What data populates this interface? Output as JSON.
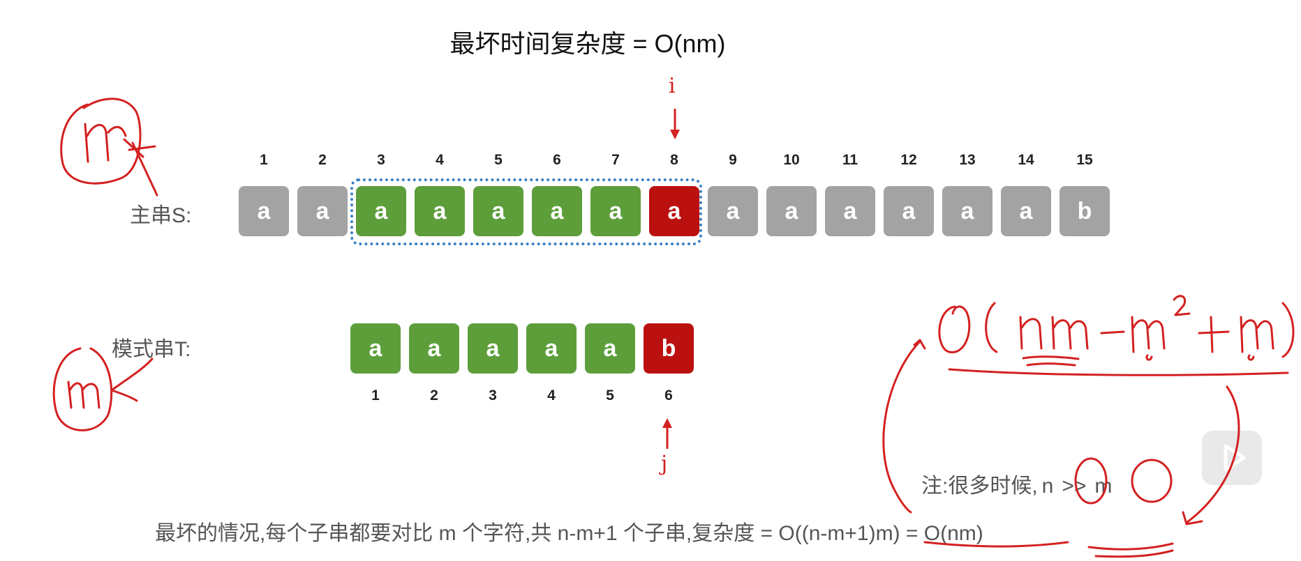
{
  "title": "最坏时间复杂度 = O(nm)",
  "main_string": {
    "label": "主串S:",
    "indices": [
      "1",
      "2",
      "3",
      "4",
      "5",
      "6",
      "7",
      "8",
      "9",
      "10",
      "11",
      "12",
      "13",
      "14",
      "15"
    ],
    "cells": [
      {
        "char": "a",
        "state": "gray"
      },
      {
        "char": "a",
        "state": "gray"
      },
      {
        "char": "a",
        "state": "green"
      },
      {
        "char": "a",
        "state": "green"
      },
      {
        "char": "a",
        "state": "green"
      },
      {
        "char": "a",
        "state": "green"
      },
      {
        "char": "a",
        "state": "green"
      },
      {
        "char": "a",
        "state": "red"
      },
      {
        "char": "a",
        "state": "gray"
      },
      {
        "char": "a",
        "state": "gray"
      },
      {
        "char": "a",
        "state": "gray"
      },
      {
        "char": "a",
        "state": "gray"
      },
      {
        "char": "a",
        "state": "gray"
      },
      {
        "char": "a",
        "state": "gray"
      },
      {
        "char": "b",
        "state": "gray"
      }
    ],
    "pointer": "i"
  },
  "pattern_string": {
    "label": "模式串T:",
    "indices": [
      "1",
      "2",
      "3",
      "4",
      "5",
      "6"
    ],
    "cells": [
      {
        "char": "a",
        "state": "green"
      },
      {
        "char": "a",
        "state": "green"
      },
      {
        "char": "a",
        "state": "green"
      },
      {
        "char": "a",
        "state": "green"
      },
      {
        "char": "a",
        "state": "green"
      },
      {
        "char": "b",
        "state": "red"
      }
    ],
    "pointer": "j"
  },
  "note": {
    "prefix": "注:很多时候,",
    "n": "n",
    "op": ">>",
    "m": "m"
  },
  "bottom_text": "最坏的情况,每个子串都要对比 m 个字符,共 n-m+1 个子串,复杂度 = O((n-m+1)m) = O(nm)",
  "colors": {
    "gray": "#a3a3a3",
    "green": "#5d9e3b",
    "red": "#bb1010",
    "ink": "#d42020",
    "dotted": "#3a7fc4"
  }
}
